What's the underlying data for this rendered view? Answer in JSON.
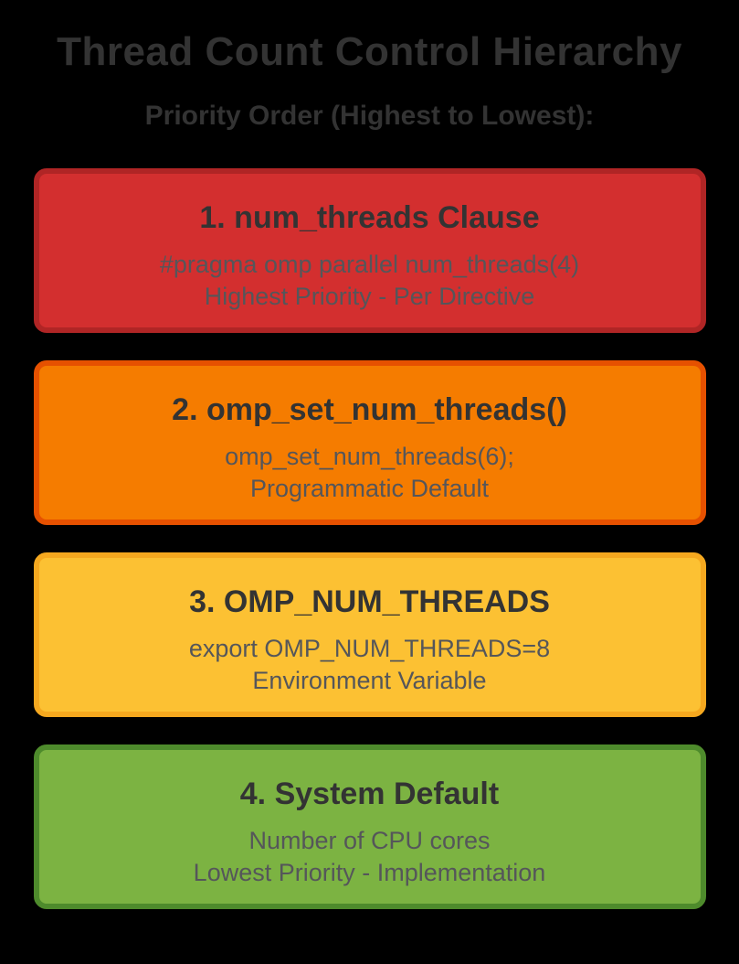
{
  "page": {
    "background": "#000000",
    "title": "Thread Count Control Hierarchy",
    "subtitle": "Priority Order (Highest to Lowest):",
    "title_color": "#333333",
    "body_text_color": "#55565a"
  },
  "hierarchy": {
    "levels": [
      {
        "title": "1. num_threads Clause",
        "code": "#pragma omp parallel num_threads(4)",
        "description": "Highest Priority - Per Directive",
        "fill": "#d32f2f",
        "border": "#b02525"
      },
      {
        "title": "2. omp_set_num_threads()",
        "code": "omp_set_num_threads(6);",
        "description": "Programmatic Default",
        "fill": "#f57c00",
        "border": "#e65100"
      },
      {
        "title": "3. OMP_NUM_THREADS",
        "code": "export OMP_NUM_THREADS=8",
        "description": "Environment Variable",
        "fill": "#fcc133",
        "border": "#f5a81f"
      },
      {
        "title": "4. System Default",
        "code": "Number of CPU cores",
        "description": "Lowest Priority - Implementation",
        "fill": "#7cb342",
        "border": "#4e8b2c"
      }
    ]
  }
}
